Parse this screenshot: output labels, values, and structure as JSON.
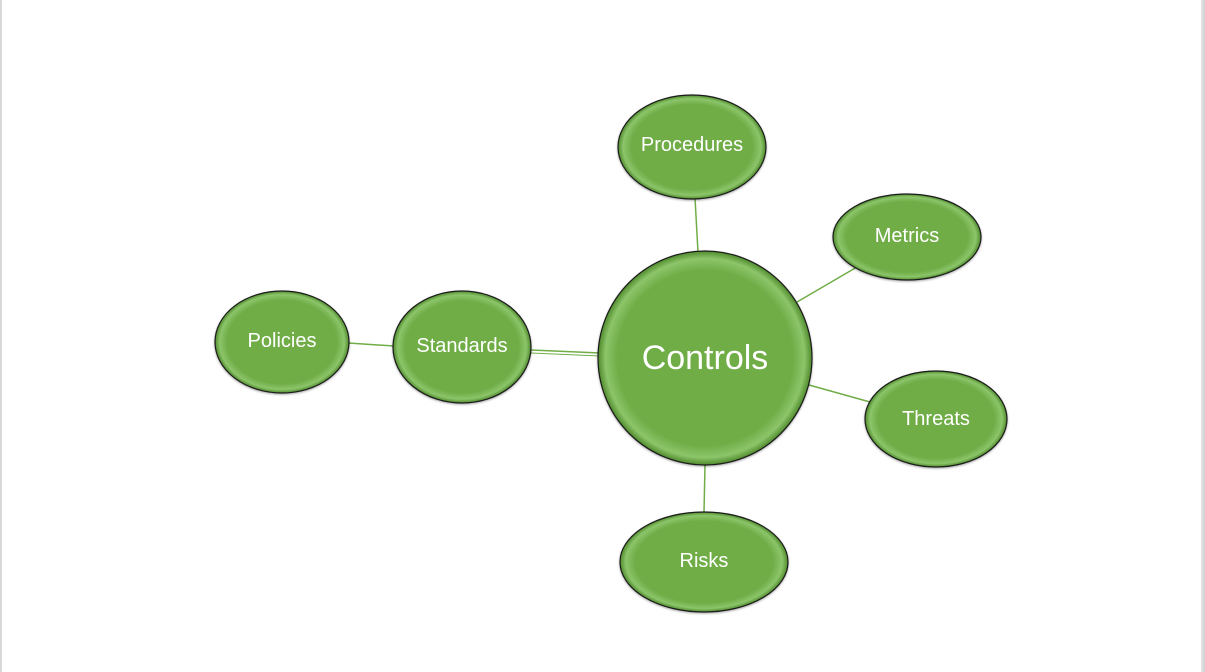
{
  "diagram": {
    "type": "mind-map",
    "center": {
      "label": "Controls"
    },
    "nodes": {
      "procedures": "Procedures",
      "metrics": "Metrics",
      "threats": "Threats",
      "risks": "Risks",
      "standards": "Standards",
      "policies": "Policies"
    },
    "edges": [
      [
        "controls",
        "procedures"
      ],
      [
        "controls",
        "metrics"
      ],
      [
        "controls",
        "threats"
      ],
      [
        "controls",
        "risks"
      ],
      [
        "controls",
        "standards"
      ],
      [
        "standards",
        "policies"
      ]
    ],
    "colors": {
      "node_fill": "#70ad47",
      "node_stroke": "#1a1a1a",
      "connector": "#70ad47",
      "label": "#ffffff"
    }
  }
}
